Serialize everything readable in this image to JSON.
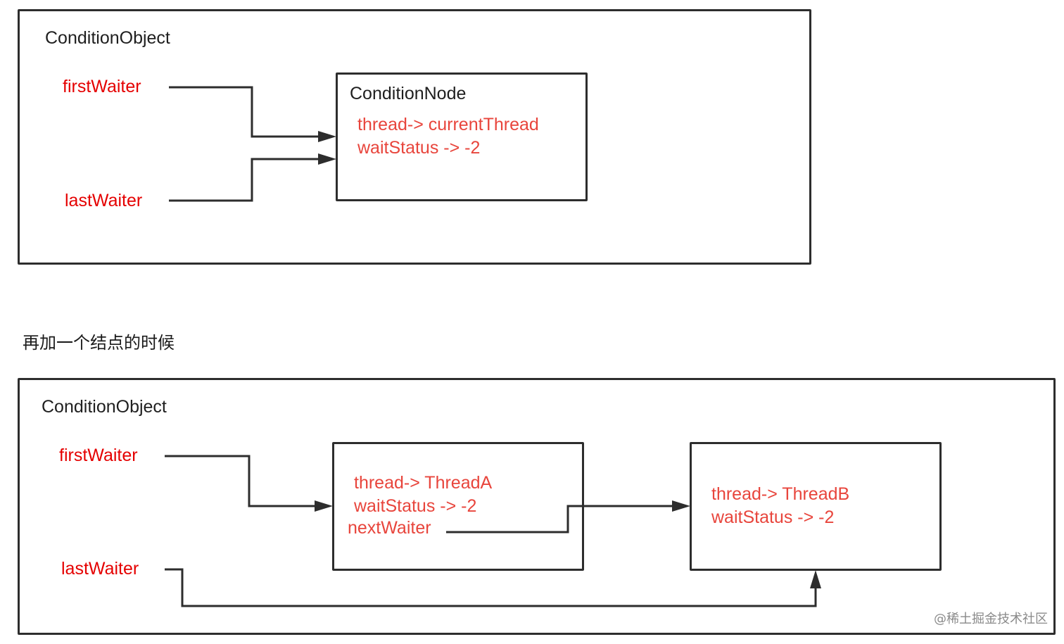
{
  "top": {
    "container_title": "ConditionObject",
    "first_waiter": "firstWaiter",
    "last_waiter": "lastWaiter",
    "node": {
      "title": "ConditionNode",
      "thread": "thread-> currentThread",
      "wait_status": "waitStatus -> -2"
    }
  },
  "caption": "再加一个结点的时候",
  "bottom": {
    "container_title": "ConditionObject",
    "first_waiter": "firstWaiter",
    "last_waiter": "lastWaiter",
    "node_a": {
      "thread": "thread-> ThreadA",
      "wait_status": "waitStatus -> -2",
      "next_waiter": "nextWaiter"
    },
    "node_b": {
      "thread": "thread-> ThreadB",
      "wait_status": "waitStatus -> -2"
    }
  },
  "watermark": "@稀土掘金技术社区",
  "colors": {
    "pointer_label": "#e50000",
    "field_text": "#e8453c",
    "line": "#2d2d2d"
  }
}
